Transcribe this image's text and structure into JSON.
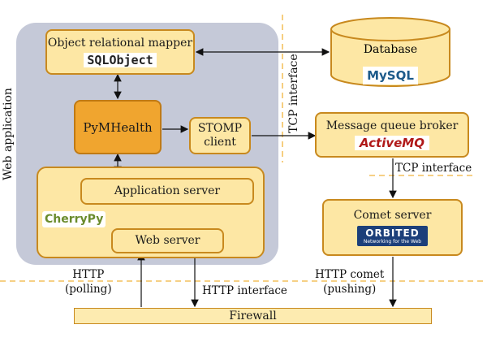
{
  "web_application_label": "Web application",
  "orm": {
    "title": "Object relational mapper",
    "logo": "SQLObject"
  },
  "pymhealth": {
    "title": "PyMHealth"
  },
  "stomp": {
    "title": "STOMP client"
  },
  "app_server_group": {
    "logo": "CherryPy"
  },
  "app_server": {
    "title": "Application server"
  },
  "web_server": {
    "title": "Web server"
  },
  "database": {
    "title": "Database",
    "logo": "MySQL"
  },
  "mq_broker": {
    "title": "Message queue broker",
    "logo": "ActiveMQ"
  },
  "comet_server": {
    "title": "Comet server",
    "logo": "ORBITED",
    "logo_tagline": "Networking for the Web"
  },
  "firewall": {
    "title": "Firewall"
  },
  "labels": {
    "tcp_interface_vertical": "TCP interface",
    "tcp_interface_horizontal": "TCP interface",
    "http_polling_line1": "HTTP",
    "http_polling_line2": "(polling)",
    "http_interface": "HTTP interface",
    "http_comet_line1": "HTTP comet",
    "http_comet_line2": "(pushing)"
  },
  "colors": {
    "box_fill": "#fde7a4",
    "box_border": "#c8891e",
    "highlight_fill": "#f0a52f",
    "webapp_bg": "#c5c9d8",
    "dashed_line": "#f0b43c"
  }
}
